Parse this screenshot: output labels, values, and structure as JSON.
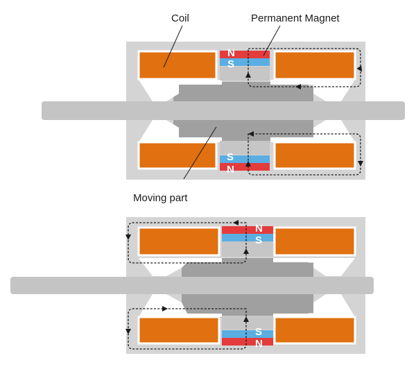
{
  "labels": {
    "coil": "Coil",
    "permanent_magnet": "Permanent Magnet",
    "moving_part": "Moving part"
  },
  "poles": {
    "north": "N",
    "south": "S"
  },
  "colors": {
    "coil": "#e07010",
    "magnet_north": "#e43c3c",
    "magnet_south": "#5aaee2",
    "housing": "#d4d4d4",
    "moving_part": "#a0a0a0",
    "shaft": "#c4c4c4",
    "gap_block": "#c6c6c6",
    "outline": "#ffffff",
    "flux_line": "#1a1a1a"
  }
}
